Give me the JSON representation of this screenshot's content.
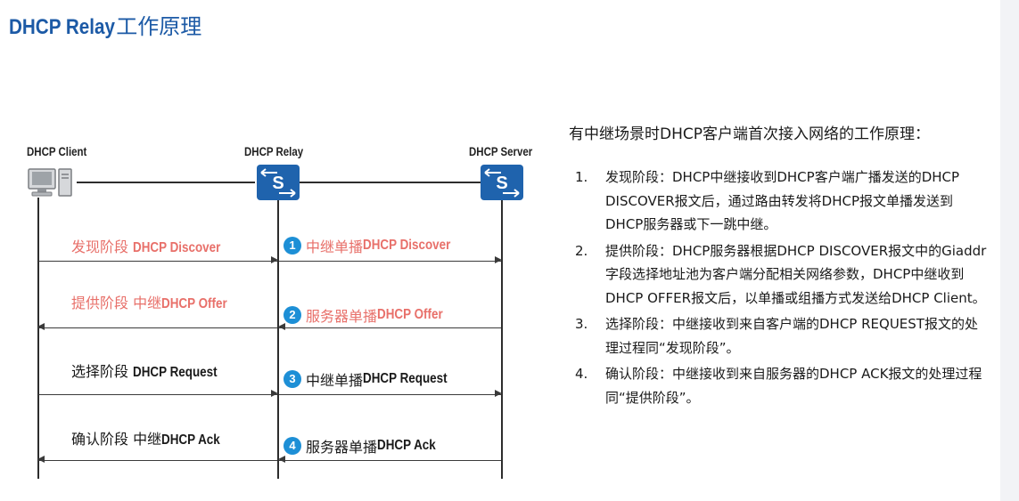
{
  "title": {
    "en": "DHCP Relay",
    "zh": "工作原理"
  },
  "colors": {
    "title": "#1c5aa6",
    "red_text": "#e8706a",
    "step_circle": "#1d8fd6",
    "switch": "#1f63ad"
  },
  "diagram": {
    "nodes": {
      "client": "DHCP Client",
      "relay": "DHCP Relay",
      "server": "DHCP Server"
    },
    "icons": {
      "client": "pc-icon",
      "relay": "switch-icon",
      "server": "switch-icon"
    },
    "phases": {
      "discover": {
        "zh": "发现阶段 ",
        "en": "DHCP Discover"
      },
      "offer": {
        "zh": "提供阶段  中继",
        "en": "DHCP Offer"
      },
      "request": {
        "zh": "选择阶段 ",
        "en": "DHCP Request"
      },
      "ack": {
        "zh": "确认阶段 中继",
        "en": "DHCP Ack"
      }
    },
    "relay_messages": {
      "m1": {
        "num": "1",
        "zh": "中继单播",
        "en": "DHCP Discover"
      },
      "m2": {
        "num": "2",
        "zh": "服务器单播",
        "en": "DHCP Offer"
      },
      "m3": {
        "num": "3",
        "zh": "中继单播",
        "en": "DHCP Request"
      },
      "m4": {
        "num": "4",
        "zh": "服务器单播",
        "en": "DHCP Ack"
      }
    }
  },
  "description": {
    "intro": "有中继场景时DHCP客户端首次接入网络的工作原理：",
    "steps": {
      "s1": {
        "num": "1.",
        "text": "发现阶段：DHCP中继接收到DHCP客户端广播发送的DHCP DISCOVER报文后，通过路由转发将DHCP报文单播发送到DHCP服务器或下一跳中继。"
      },
      "s2": {
        "num": "2.",
        "text": "提供阶段：DHCP服务器根据DHCP DISCOVER报文中的Giaddr字段选择地址池为客户端分配相关网络参数，DHCP中继收到DHCP OFFER报文后，以单播或组播方式发送给DHCP Client。"
      },
      "s3": {
        "num": "3.",
        "text": "选择阶段：中继接收到来自客户端的DHCP REQUEST报文的处理过程同“发现阶段”。"
      },
      "s4": {
        "num": "4.",
        "text": "确认阶段：中继接收到来自服务器的DHCP ACK报文的处理过程同“提供阶段”。"
      }
    }
  }
}
